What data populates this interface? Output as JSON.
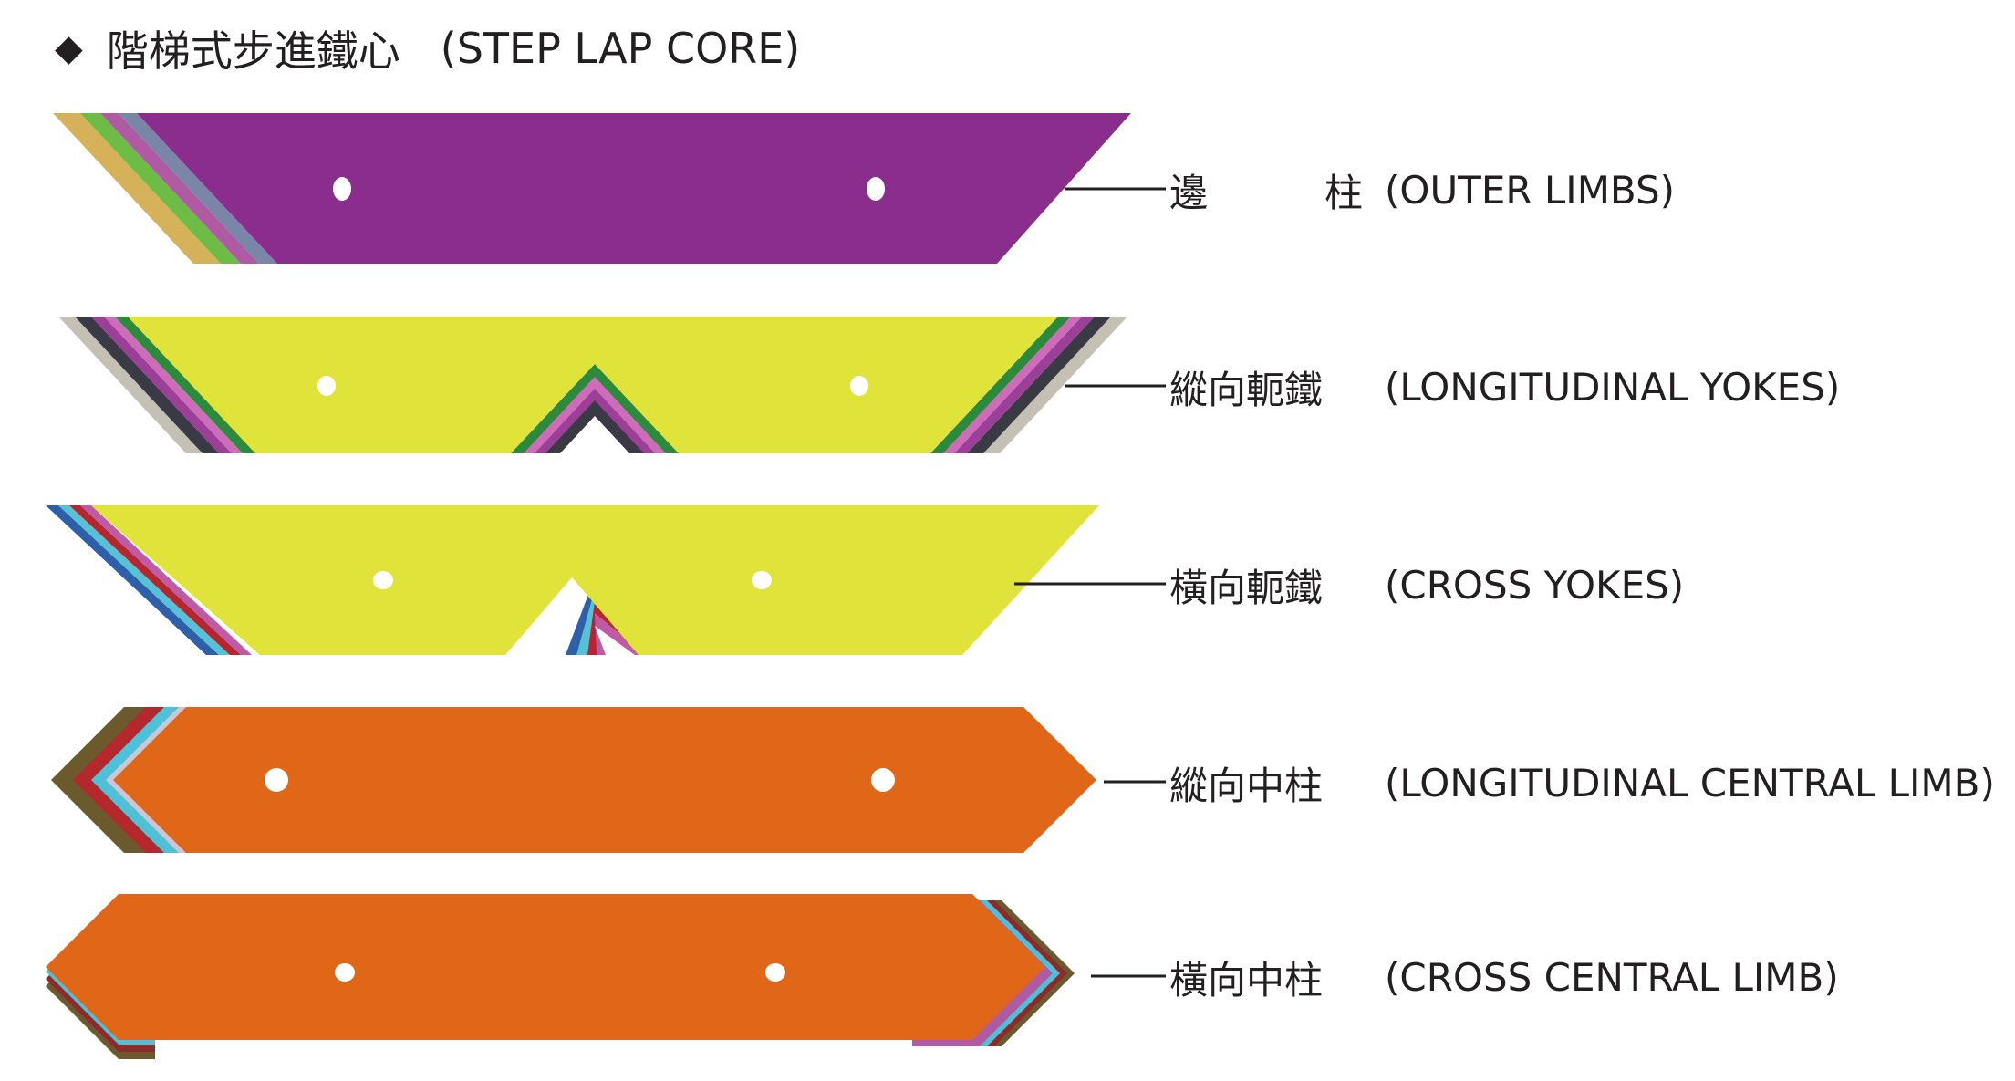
{
  "title": {
    "bullet": "◆",
    "zh": "階梯式步進鐵心",
    "en": "(STEP LAP CORE)"
  },
  "colors": {
    "purple": "#8b2d8d",
    "yellow_green": "#dfe33a",
    "orange": "#e06717",
    "leader": "#231f20",
    "hole": "#ffffff"
  },
  "parts": [
    {
      "id": "outer-limbs",
      "zh_chars": [
        "邊",
        "柱"
      ],
      "en": "(OUTER LIMBS)",
      "fill": "#8b2d8d",
      "edge_layers": [
        "#d5b25a",
        "#6cbc45",
        "#b05aa4",
        "#7a86a8"
      ]
    },
    {
      "id": "longitudinal-yokes",
      "zh": "縱向軛鐵",
      "en": "(LONGITUDINAL YOKES)",
      "fill": "#dfe33a",
      "edge_layers": [
        "#c4c0b4",
        "#3a3a44",
        "#9b3f98",
        "#cf6cb9",
        "#2c8a3d"
      ]
    },
    {
      "id": "cross-yokes",
      "zh": "橫向軛鐵",
      "en": "(CROSS YOKES)",
      "fill": "#dfe33a",
      "edge_layers": [
        "#2f5fa8",
        "#55c2d8",
        "#b3272d",
        "#c05aa6"
      ]
    },
    {
      "id": "longitudinal-central-limb",
      "zh": "縱向中柱",
      "en": "(LONGITUDINAL CENTRAL LIMB)",
      "fill": "#e06717",
      "edge_layers": [
        "#6b5a2e",
        "#b3272d",
        "#4ec1d9",
        "#c8c8d8"
      ]
    },
    {
      "id": "cross-central-limb",
      "zh": "橫向中柱",
      "en": "(CROSS CENTRAL LIMB)",
      "fill": "#e06717",
      "edge_layers": [
        "#6b5a2e",
        "#8f2a2a",
        "#4ec1d9",
        "#b05aa4"
      ]
    }
  ]
}
